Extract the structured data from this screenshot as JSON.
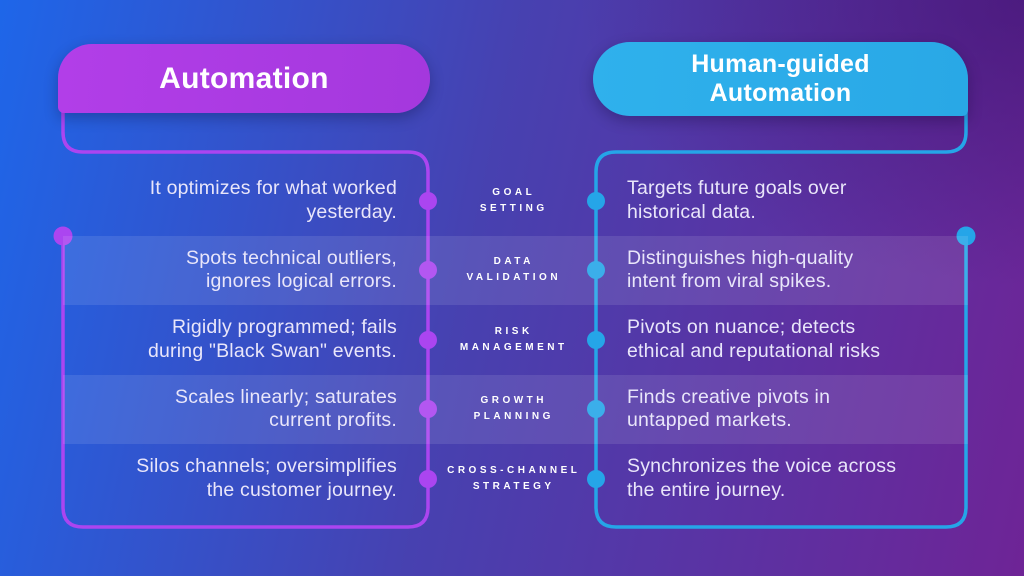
{
  "colors": {
    "bg_blue": "#1e66e9",
    "bg_indigo": "#4741b0",
    "bg_purple": "#6e2496",
    "accent_purple": "#ab45f0",
    "pill_purple": "#b23ee8",
    "accent_cyan": "#25a5e8",
    "pill_cyan": "#29a8e6",
    "band": "rgba(255,255,255,0.10)",
    "text_color": "#e9e6fa"
  },
  "headers": {
    "left": "Automation",
    "right_lines": [
      "Human-guided",
      "Automation"
    ]
  },
  "rows": [
    {
      "category_lines": [
        "GOAL",
        "SETTING"
      ],
      "automation_lines": [
        "It optimizes for what worked",
        "yesterday."
      ],
      "human_lines": [
        "Targets future goals over",
        "historical data."
      ]
    },
    {
      "category_lines": [
        "DATA",
        "VALIDATION"
      ],
      "automation_lines": [
        "Spots technical outliers,",
        "ignores logical errors."
      ],
      "human_lines": [
        "Distinguishes high-quality",
        "intent from viral spikes."
      ]
    },
    {
      "category_lines": [
        "RISK",
        "MANAGEMENT"
      ],
      "automation_lines": [
        "Rigidly programmed; fails",
        "during \"Black Swan\" events."
      ],
      "human_lines": [
        "Pivots on nuance; detects",
        "ethical and reputational risks"
      ]
    },
    {
      "category_lines": [
        "GROWTH",
        "PLANNING"
      ],
      "automation_lines": [
        "Scales linearly; saturates",
        "current profits."
      ],
      "human_lines": [
        "Finds creative pivots in",
        "untapped markets."
      ]
    },
    {
      "category_lines": [
        "CROSS-CHANNEL",
        "STRATEGY"
      ],
      "automation_lines": [
        "Silos channels; oversimplifies",
        "the customer journey."
      ],
      "human_lines": [
        "Synchronizes the voice across",
        "the entire journey."
      ]
    }
  ]
}
